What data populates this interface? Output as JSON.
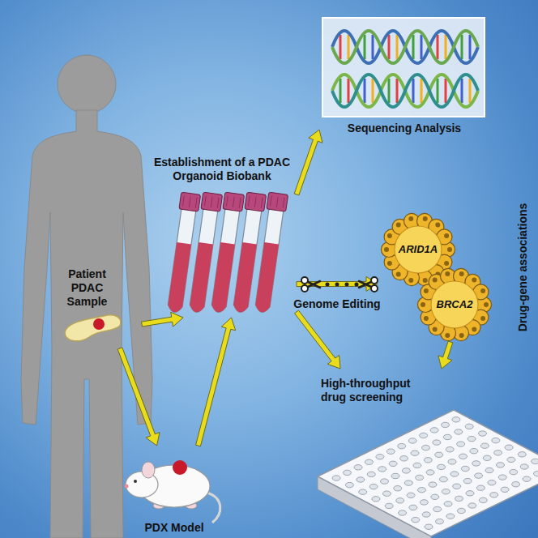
{
  "diagram": {
    "nodes": [
      {
        "text": [
          "Patient PDAC Sample"
        ]
      },
      {
        "text": [
          "Establishment of a PDAC Organoid Biobank"
        ]
      },
      {
        "text": [
          "Sequencing Analysis"
        ]
      },
      {
        "text": [
          "ARID1A"
        ]
      },
      {
        "text": [
          "BRCA2"
        ]
      },
      {
        "text": [
          "High-throughput drug screening"
        ]
      },
      {
        "text": [
          "PDX Model"
        ]
      }
    ],
    "edges": [
      {
        "from": 0,
        "to": 1,
        "arrow": "to"
      },
      {
        "from": 0,
        "to": 6,
        "arrow": "to"
      },
      {
        "from": 6,
        "to": 1,
        "arrow": "to"
      },
      {
        "from": 1,
        "to": 2,
        "arrow": "to"
      },
      {
        "from": 1,
        "to": 3,
        "arrow": "to",
        "label": "Genome Editing"
      },
      {
        "from": 1,
        "to": 5,
        "arrow": "to"
      },
      {
        "from": 4,
        "to": 5,
        "arrow": "to"
      }
    ],
    "labels": [
      "Drug-gene associations"
    ]
  }
}
